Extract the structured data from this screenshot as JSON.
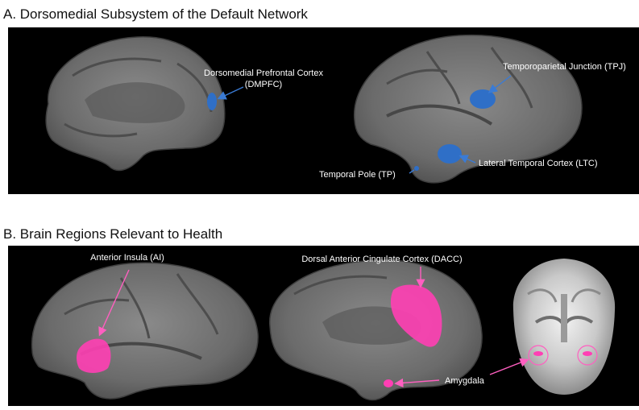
{
  "panel_a": {
    "title": "A. Dorsomedial Subsystem of the Default Network",
    "labels": {
      "dmpfc_line1": "Dorsomedial Prefrontal Cortex",
      "dmpfc_line2": "(DMPFC)",
      "tpj": "Temporoparietal Junction (TPJ)",
      "ltc": "Lateral Temporal Cortex (LTC)",
      "tp": "Temporal Pole (TP)"
    },
    "region_color": "#2f6fc7"
  },
  "panel_b": {
    "title": "B. Brain Regions Relevant to Health",
    "labels": {
      "ai": "Anterior Insula (AI)",
      "dacc": "Dorsal Anterior Cingulate Cortex (DACC)",
      "amygdala": "Amygdala"
    },
    "region_color": "#ff3fb4"
  },
  "colors": {
    "background": "#000000",
    "cortex": "#6e6e6e",
    "cortex_dark": "#4a4a4a",
    "label_arrow_a": "#3a7bd5",
    "label_arrow_b": "#ff5fc0"
  }
}
